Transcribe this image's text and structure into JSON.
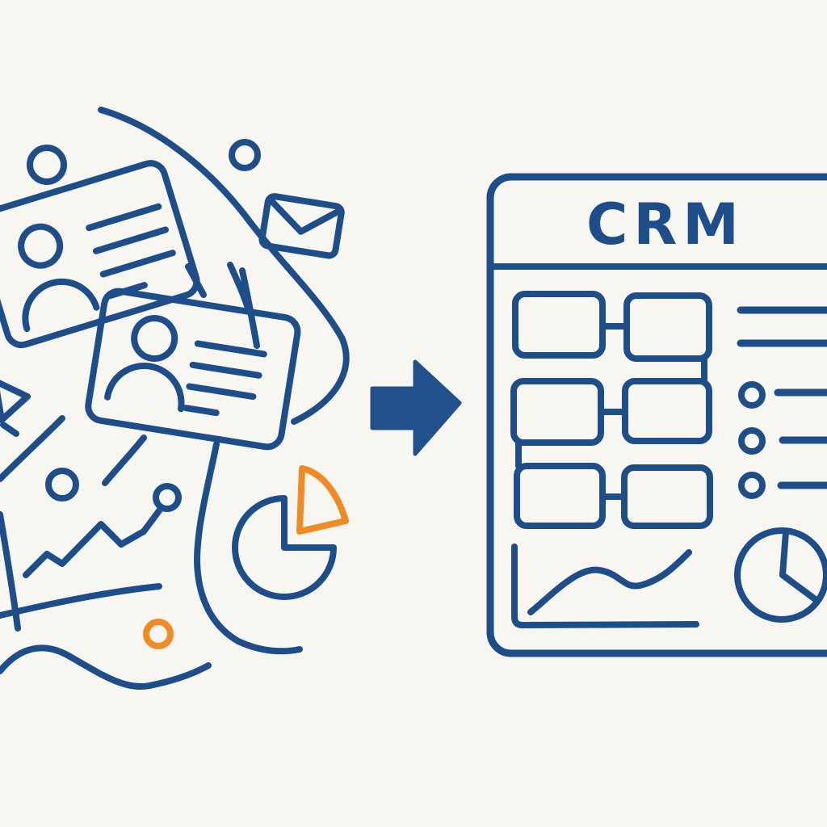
{
  "scene": {
    "description": "Line-art illustration: cluttered customer data (contact cards, email, charts, scribbles) transformed via an arrow into an organized CRM dashboard",
    "left_cluster_icons": [
      "contact-card-icon",
      "contact-card-icon",
      "envelope-icon",
      "pie-chart-doodle-icon",
      "exploded-pie-slice-icon",
      "zigzag-line-chart-icon",
      "circle-doodle",
      "triangle-doodle",
      "wave-doodle"
    ],
    "arrow_direction": "right"
  },
  "colors": {
    "bg": "#f7f6f1",
    "ink": "#1e4e8a",
    "accent": "#ef8a25",
    "arrow": "#20518c"
  },
  "crm_panel": {
    "title": "CRM",
    "widgets": [
      "flowchart-boxes",
      "text-lines",
      "bullet-list",
      "line-chart",
      "pie-chart"
    ],
    "flowchart": {
      "rows": 3,
      "boxes_per_row": 2
    },
    "bullet_list": {
      "plain_lines": 2,
      "bulleted_lines": 3
    }
  }
}
